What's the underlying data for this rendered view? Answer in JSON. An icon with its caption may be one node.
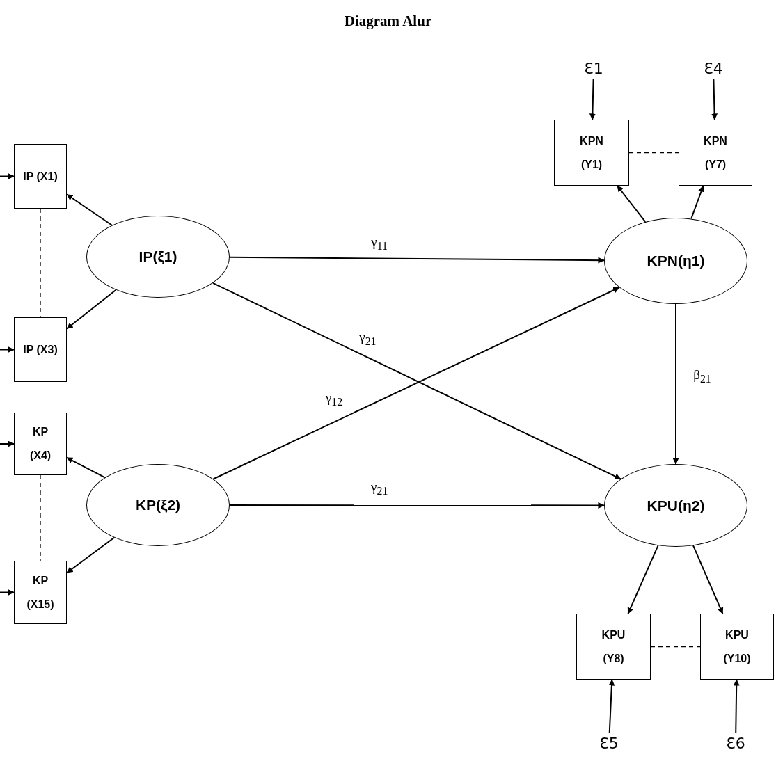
{
  "diagram": {
    "title": "Diagram Alur",
    "nodes": [
      {
        "text": [
          "IP (X1)"
        ]
      },
      {
        "text": [
          "IP (X3)"
        ]
      },
      {
        "text": [
          "KP (X4)"
        ]
      },
      {
        "text": [
          "KP (X15)"
        ]
      },
      {
        "text": [
          "IP(ξ1)"
        ]
      },
      {
        "text": [
          "KP(ξ2)"
        ]
      },
      {
        "text": [
          "Ɛ1"
        ]
      },
      {
        "text": [
          "Ɛ4"
        ]
      },
      {
        "text": [
          "KPN (Y1)"
        ]
      },
      {
        "text": [
          "KPN (Y7)"
        ]
      },
      {
        "text": [
          "KPN(η1)"
        ]
      },
      {
        "text": [
          "KPU(η2)"
        ]
      },
      {
        "text": [
          "KPU (Y8)"
        ]
      },
      {
        "text": [
          "KPU (Y10)"
        ]
      },
      {
        "text": [
          "Ɛ5"
        ]
      },
      {
        "text": [
          "Ɛ6"
        ]
      }
    ],
    "edges": [
      {
        "from": 4,
        "to": 0,
        "arrow": "to"
      },
      {
        "from": 4,
        "to": 1,
        "arrow": "to"
      },
      {
        "from": 0,
        "to": 1,
        "arrow": "none",
        "style": "dashed"
      },
      {
        "from": 5,
        "to": 2,
        "arrow": "to"
      },
      {
        "from": 5,
        "to": 3,
        "arrow": "to"
      },
      {
        "from": 2,
        "to": 3,
        "arrow": "none",
        "style": "dashed"
      },
      {
        "from": null,
        "to": 0,
        "arrow": "to"
      },
      {
        "from": null,
        "to": 1,
        "arrow": "to"
      },
      {
        "from": null,
        "to": 2,
        "arrow": "to"
      },
      {
        "from": null,
        "to": 3,
        "arrow": "to"
      },
      {
        "from": 4,
        "to": 10,
        "arrow": "to",
        "label": "γ$_{11}$"
      },
      {
        "from": 4,
        "to": 11,
        "arrow": "to",
        "label": "γ$_{21}$"
      },
      {
        "from": 5,
        "to": 10,
        "arrow": "to",
        "label": "γ$_{12}$"
      },
      {
        "from": 5,
        "to": 11,
        "arrow": "to",
        "label": "γ$_{21}$"
      },
      {
        "from": 10,
        "to": 11,
        "arrow": "to",
        "label": "β$_{21}$"
      },
      {
        "from": 6,
        "to": 8,
        "arrow": "to"
      },
      {
        "from": 7,
        "to": 9,
        "arrow": "to"
      },
      {
        "from": 10,
        "to": 8,
        "arrow": "to"
      },
      {
        "from": 10,
        "to": 9,
        "arrow": "to"
      },
      {
        "from": 8,
        "to": 9,
        "arrow": "none",
        "style": "dashed"
      },
      {
        "from": 11,
        "to": 12,
        "arrow": "to"
      },
      {
        "from": 11,
        "to": 13,
        "arrow": "to"
      },
      {
        "from": 12,
        "to": 13,
        "arrow": "none",
        "style": "dashed"
      },
      {
        "from": 14,
        "to": 12,
        "arrow": "to"
      },
      {
        "from": 15,
        "to": 13,
        "arrow": "to"
      }
    ]
  }
}
